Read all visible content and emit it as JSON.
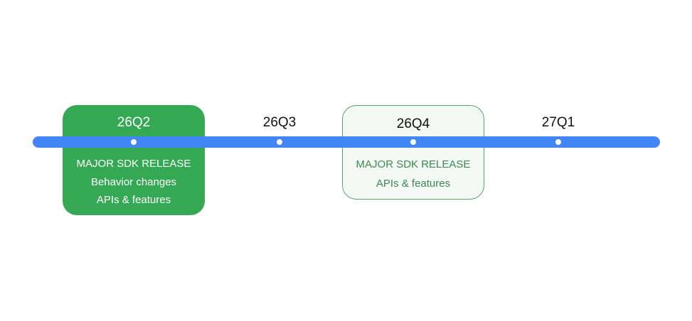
{
  "colors": {
    "timeline_bar": "#4285f4",
    "major_release_fill": "#34a853",
    "minor_release_fill": "#f3f8f4",
    "minor_release_border": "#5f9f70",
    "minor_release_text": "#3b8a51",
    "quarter_text": "#111111"
  },
  "quarters": [
    {
      "label": "26Q2"
    },
    {
      "label": "26Q3"
    },
    {
      "label": "26Q4"
    },
    {
      "label": "27Q1"
    }
  ],
  "releases": {
    "q2": {
      "title": "MAJOR SDK RELEASE",
      "lines": [
        "Behavior changes",
        "APIs & features"
      ]
    },
    "q4": {
      "title": "MAJOR SDK RELEASE",
      "lines": [
        "APIs & features"
      ]
    }
  }
}
